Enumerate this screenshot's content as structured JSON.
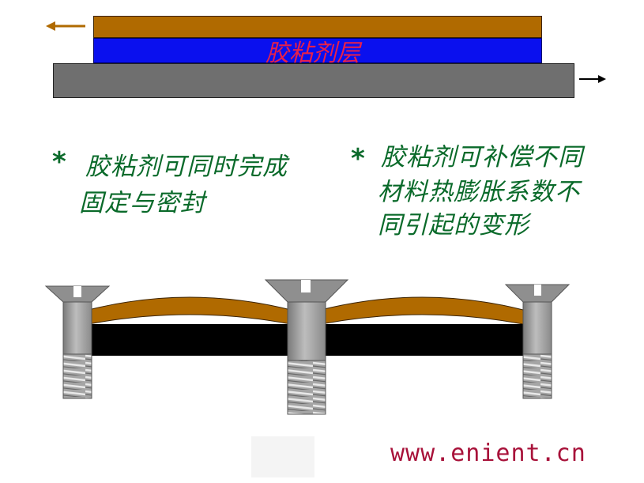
{
  "top_diagram": {
    "adhesive_label": "胶粘剂层",
    "colors": {
      "top_layer": "#b06a00",
      "adhesive_layer": "#0a10ee",
      "base_layer": "#6f6f6f",
      "label_color": "#e8204a"
    },
    "left_arrow_icon": "arrow-left-icon",
    "right_arrow_icon": "arrow-right-icon"
  },
  "bullets": [
    {
      "marker": "*",
      "lines": [
        "胶粘剂可同时完成",
        "固定与密封"
      ]
    },
    {
      "marker": "*",
      "lines": [
        "胶粘剂可补偿不同",
        "材料热膨胀系数不",
        "同引起的变形"
      ]
    }
  ],
  "bottom_diagram": {
    "colors": {
      "warped_layer": "#b06a00",
      "base_plate": "#000000",
      "screw": "#9a9a9a"
    },
    "screw_icon": "screw-icon"
  },
  "watermark": "www.enient.cn",
  "text_color": "#0a6a2a"
}
